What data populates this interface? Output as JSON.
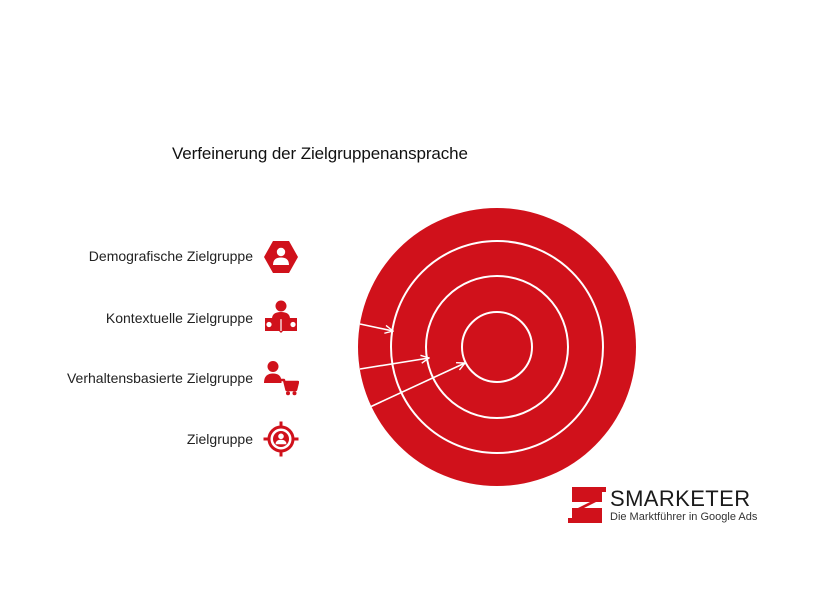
{
  "title": "Verfeinerung der Zielgruppenansprache",
  "accent_color": "#d0111b",
  "items": [
    {
      "label": "Demografische Zielgruppe",
      "icon": "hexagon-person-icon"
    },
    {
      "label": "Kontextuelle Zielgruppe",
      "icon": "person-reading-icon"
    },
    {
      "label": "Verhaltensbasierte Zielgruppe",
      "icon": "person-cart-icon"
    },
    {
      "label": "Zielgruppe",
      "icon": "crosshair-person-icon"
    }
  ],
  "logo": {
    "name": "SMARKETER",
    "tagline": "Die Marktführer in Google Ads"
  }
}
